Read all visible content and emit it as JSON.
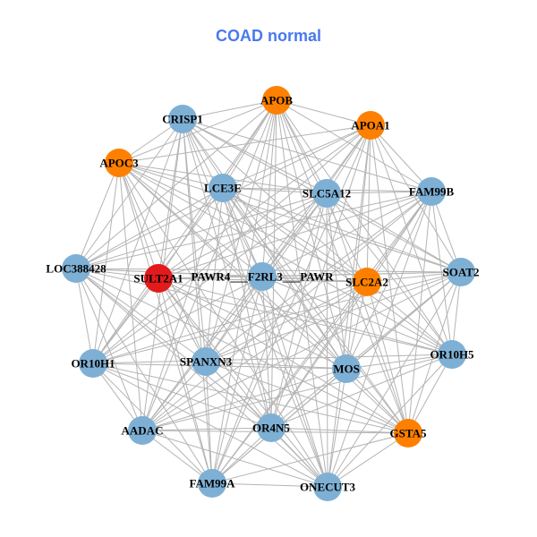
{
  "title": "COAD normal",
  "colors": {
    "normal": "#7eb0d5",
    "highlight": "#ff8000",
    "hub": "#e31a1c",
    "edge": "#b4b4b4"
  },
  "nodes": [
    {
      "label": "APOB",
      "type": "highlight"
    },
    {
      "label": "APOA1",
      "type": "highlight"
    },
    {
      "label": "CRISP1",
      "type": "normal"
    },
    {
      "label": "APOC3",
      "type": "highlight"
    },
    {
      "label": "LCE3E",
      "type": "normal"
    },
    {
      "label": "SLC5A12",
      "type": "normal"
    },
    {
      "label": "FAM99B",
      "type": "normal"
    },
    {
      "label": "LOC388428",
      "type": "normal"
    },
    {
      "label": "SULT2A1",
      "type": "hub"
    },
    {
      "label": "PAWR4___F2RL3___PAWR",
      "type": "normal"
    },
    {
      "label": "SLC2A2",
      "type": "highlight"
    },
    {
      "label": "SOAT2",
      "type": "normal"
    },
    {
      "label": "OR10H1",
      "type": "normal"
    },
    {
      "label": "SPANXN3",
      "type": "normal"
    },
    {
      "label": "MOS",
      "type": "normal"
    },
    {
      "label": "OR10H5",
      "type": "normal"
    },
    {
      "label": "AADAC",
      "type": "normal"
    },
    {
      "label": "OR4N5",
      "type": "normal"
    },
    {
      "label": "GSTA5",
      "type": "highlight"
    },
    {
      "label": "FAM99A",
      "type": "normal"
    },
    {
      "label": "ONECUT3",
      "type": "normal"
    }
  ]
}
